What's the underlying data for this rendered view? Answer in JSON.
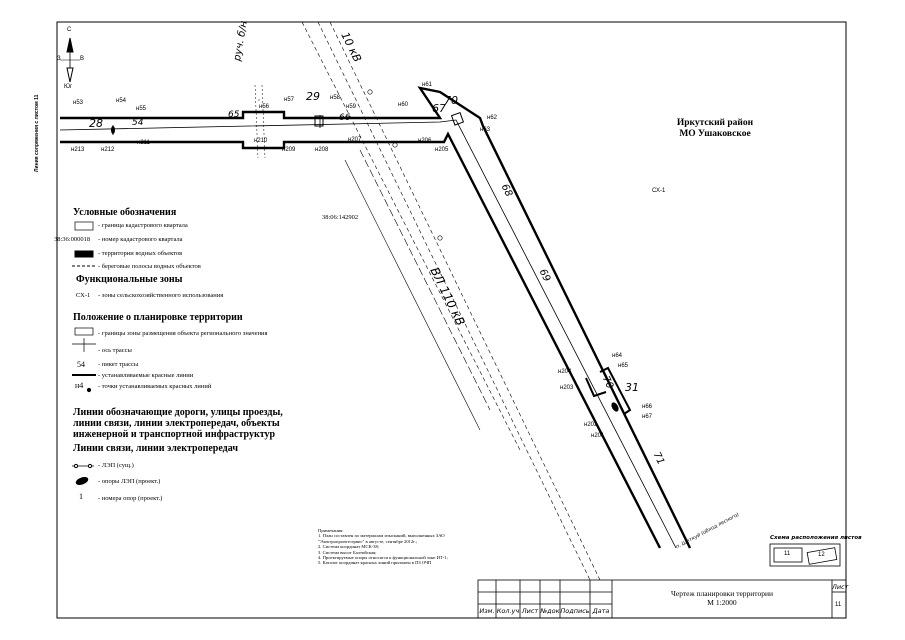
{
  "compass": {
    "north": "С",
    "south": "Юг",
    "west": "З",
    "east": "В"
  },
  "vertical_edge_label": "Линия сопряжения с листом 11",
  "cadastral_code": "38:06:142902",
  "zone_code": "СХ-1",
  "region": {
    "line1": "Иркутский район",
    "line2": "МО Ушаковское"
  },
  "watercourse_label": "руч. б/н",
  "power_lines": [
    "10 кВ",
    "ВЛ 110 кВ"
  ],
  "pickets": [
    "28",
    "54",
    "65",
    "29",
    "66",
    "67",
    "70",
    "68",
    "69",
    "70",
    "31",
    "71"
  ],
  "points_top": [
    "н53",
    "н54",
    "н55",
    "н56",
    "н57",
    "н58",
    "н59",
    "н60",
    "н61",
    "н62",
    "н63"
  ],
  "points_bottom": [
    "н213",
    "н212",
    "н211",
    "н210",
    "н209",
    "н208",
    "н207",
    "н206",
    "н205"
  ],
  "points_lower": [
    "н64",
    "н65",
    "н66",
    "н67",
    "н204",
    "н203",
    "н202",
    "н201"
  ],
  "route_end_label": "п. Шеткуй (обход лесного)",
  "legend": {
    "title": "Условные обозначения",
    "items": [
      {
        "sym": "rect",
        "text": "- граница кадастрового квартала"
      },
      {
        "sym": "code",
        "code": "38:36:000018",
        "text": "- номер кадастрового квартала"
      },
      {
        "sym": "black",
        "text": "- территории водных объектов"
      },
      {
        "sym": "dash",
        "text": "- береговые полосы водных объектов"
      }
    ],
    "functional_title": "Функциональные зоны",
    "functional_items": [
      {
        "code": "СХ-1",
        "text": "- зоны сельскохозяйственного использования"
      }
    ],
    "planning_title": "Положение о планировке территории",
    "planning_items": [
      {
        "sym": "rect",
        "text": "- границы зоны размещения объекта регионального значения"
      },
      {
        "sym": "axis",
        "text": "- ось трассы"
      },
      {
        "sym": "num",
        "code": "54",
        "text": "- пикет трассы"
      },
      {
        "sym": "line",
        "text": "- устанавливаемые красные линии"
      },
      {
        "sym": "pt",
        "code": "н4",
        "text": "- точки устанавливаемых красных линий"
      }
    ],
    "roads_title": "Линии обозначающие дороги, улицы проезды, линии связи, линии электропередач, объекты инженерной и транспортной инфраструктур",
    "comms_title": "Линии связи, линии электропередач",
    "comms_items": [
      {
        "sym": "lep",
        "text": "- ЛЭП (сущ.)"
      },
      {
        "sym": "pole",
        "text": "- опоры ЛЭП (проект.)"
      },
      {
        "sym": "n1",
        "code": "1",
        "text": "- номера опор (проект.)"
      }
    ]
  },
  "notes": {
    "title": "Примечания:",
    "lines": [
      "1. План составлен по материалам изысканий, выполненных ЗАО \"Электропроектсервис\" в августе, сентябре 2012г.;",
      "2. Система координат МСК-38;",
      "3. Система высот Балтийская;",
      "4. Проектируемые опоры относятся к функциональной зоне ИТ-1;",
      "5. Каталог координат красных линий приложен в ПЗ ОЧП"
    ]
  },
  "sheet_scheme_label": "Схема расположения листов",
  "sheet_scheme_cells": [
    "11",
    "12"
  ],
  "title_block": {
    "headers": [
      "Изм.",
      "Кол.уч",
      "Лист",
      "№док",
      "Подпись",
      "Дата"
    ],
    "title": "Чертеж планировки территории",
    "scale": "М 1:2000",
    "sheet_label": "Лист",
    "sheet_number": "11"
  }
}
